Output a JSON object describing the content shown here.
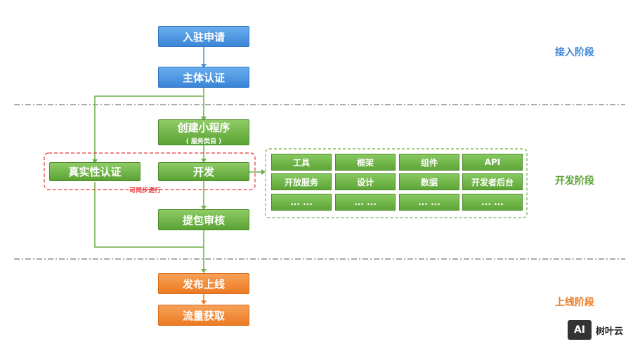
{
  "stages": {
    "access": "接入阶段",
    "develop": "开发阶段",
    "online": "上线阶段"
  },
  "boxes": {
    "apply": "入驻申请",
    "subject_auth": "主体认证",
    "create_app": "创建小程序",
    "create_app_sub": "( 服务类目 )",
    "develop": "开发",
    "real_auth": "真实性认证",
    "parallel_note": "可同步进行",
    "review": "提包审核",
    "publish": "发布上线",
    "traffic": "流量获取"
  },
  "dev_grid": [
    [
      "工具",
      "框架",
      "组件",
      "API"
    ],
    [
      "开放服务",
      "设计",
      "数据",
      "开发者后台"
    ],
    [
      "... ...",
      "... ...",
      "... ...",
      "... ..."
    ]
  ],
  "logo": {
    "mark": "AI",
    "name": "树叶云"
  },
  "colors": {
    "blue": "#3a85d6",
    "green": "#5aa234",
    "orange": "#ec7a22",
    "dashed_red": "#e8343a",
    "line_green": "#6cb043"
  }
}
